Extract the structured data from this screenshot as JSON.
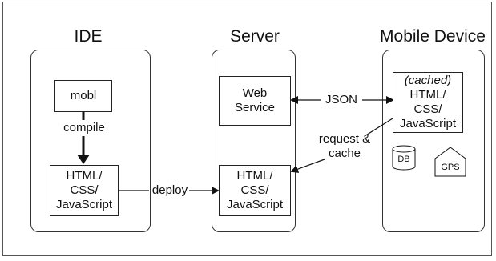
{
  "columns": {
    "ide": {
      "heading": "IDE"
    },
    "server": {
      "heading": "Server"
    },
    "mobile": {
      "heading": "Mobile Device"
    }
  },
  "ide_boxes": {
    "mobl": "mobl",
    "output_line1": "HTML/",
    "output_line2": "CSS/",
    "output_line3": "JavaScript"
  },
  "server_boxes": {
    "webservice_line1": "Web",
    "webservice_line2": "Service",
    "html_line1": "HTML/",
    "html_line2": "CSS/",
    "html_line3": "JavaScript"
  },
  "mobile_boxes": {
    "cached": "(cached)",
    "html_line1": "HTML/",
    "html_line2": "CSS/",
    "html_line3": "JavaScript",
    "db": "DB",
    "gps": "GPS"
  },
  "edges": {
    "compile": "compile",
    "deploy": "deploy",
    "json": "JSON",
    "request_line1": "request &",
    "request_line2": "cache"
  }
}
